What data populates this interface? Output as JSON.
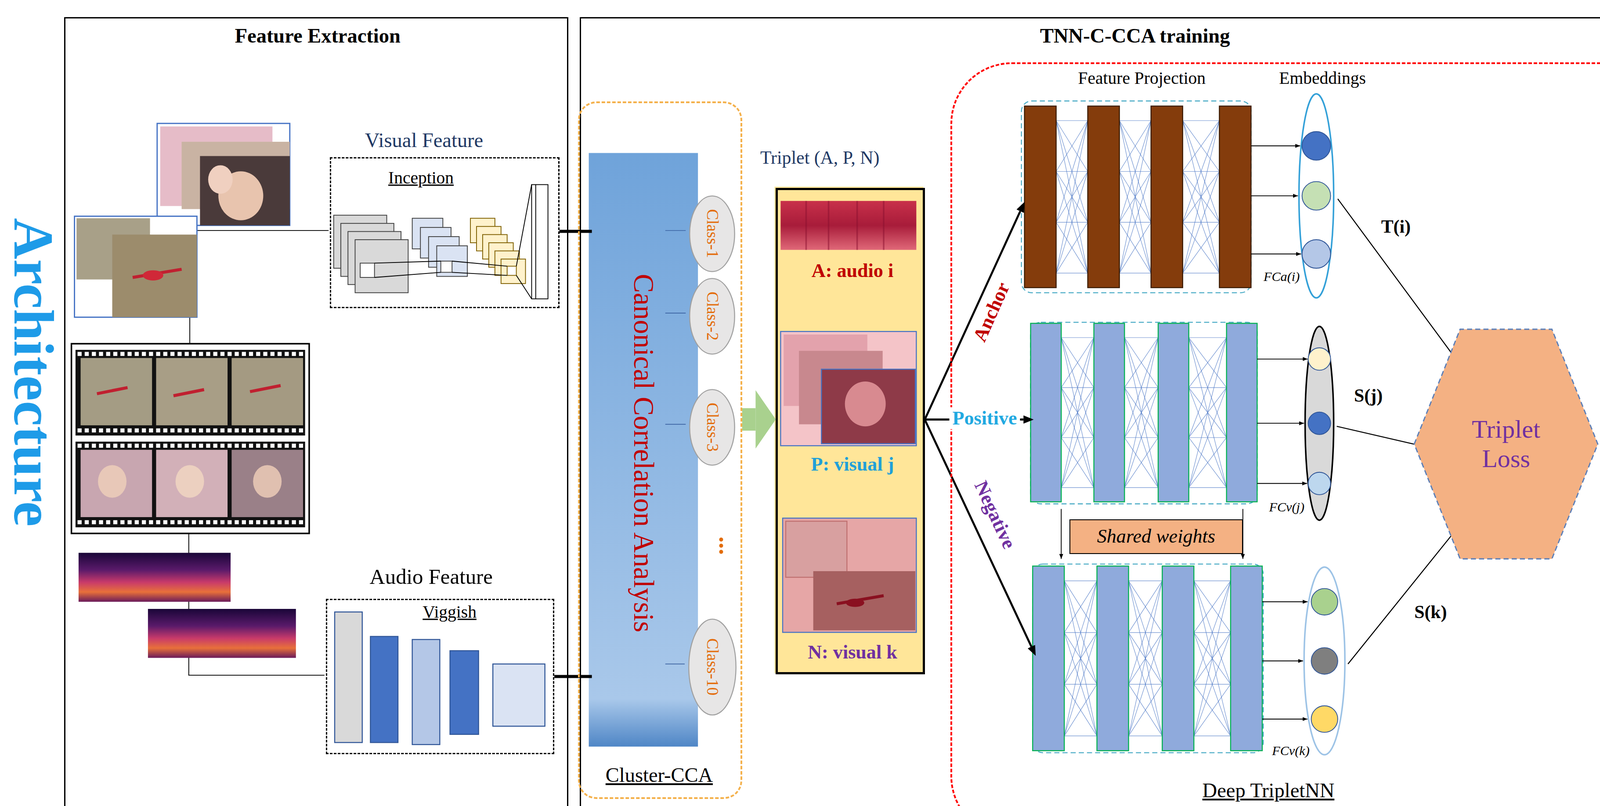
{
  "diagram": {
    "nodes": [
      {
        "text": [
          "Feature Extraction"
        ]
      },
      {
        "text": [
          "Visual Feature",
          "Inception"
        ],
        "in": 0
      },
      {
        "text": [
          "Audio Feature",
          "Viggish"
        ],
        "in": 0
      },
      {
        "text": [
          "TNN-C-CCA training"
        ]
      },
      {
        "text": [
          "Cluster-CCA"
        ],
        "in": 3
      },
      {
        "text": [
          "Canonical Correlation Analysis"
        ],
        "in": 4
      },
      {
        "text": [
          "Class-1"
        ],
        "in": 4
      },
      {
        "text": [
          "Class-2"
        ],
        "in": 4
      },
      {
        "text": [
          "Class-3"
        ],
        "in": 4
      },
      {
        "text": [
          "Class-10"
        ],
        "in": 4
      },
      {
        "text": [
          "Triplet (A, P, N)",
          "A: audio i",
          "P: visual j",
          "N: visual k"
        ],
        "in": 3
      },
      {
        "text": [
          "Deep TripletNN"
        ],
        "in": 3
      },
      {
        "text": [
          "FCa(i)"
        ],
        "in": 11
      },
      {
        "text": [
          "FCv(j)"
        ],
        "in": 11
      },
      {
        "text": [
          "FCv(k)"
        ],
        "in": 11
      },
      {
        "text": [
          "Shared weights"
        ],
        "in": 11
      },
      {
        "text": [
          "Triplet Loss"
        ],
        "in": 11
      }
    ],
    "edges": [
      {
        "from": 1,
        "to": 5,
        "arrow": "none"
      },
      {
        "from": 2,
        "to": 5,
        "arrow": "none"
      },
      {
        "from": 4,
        "to": 10,
        "arrow": "to"
      },
      {
        "from": 10,
        "to": 12,
        "label": "Anchor",
        "arrow": "to"
      },
      {
        "from": 10,
        "to": 13,
        "label": "Positive",
        "arrow": "to"
      },
      {
        "from": 10,
        "to": 14,
        "label": "Negative",
        "arrow": "to"
      },
      {
        "from": 12,
        "to": 16,
        "label": "T(i)",
        "arrow": "none"
      },
      {
        "from": 13,
        "to": 16,
        "label": "S(j)",
        "arrow": "none"
      },
      {
        "from": 14,
        "to": 16,
        "label": "S(k)",
        "arrow": "none"
      }
    ],
    "labels": [
      "Architecture",
      "Feature Projection",
      "Embeddings",
      "..."
    ]
  }
}
